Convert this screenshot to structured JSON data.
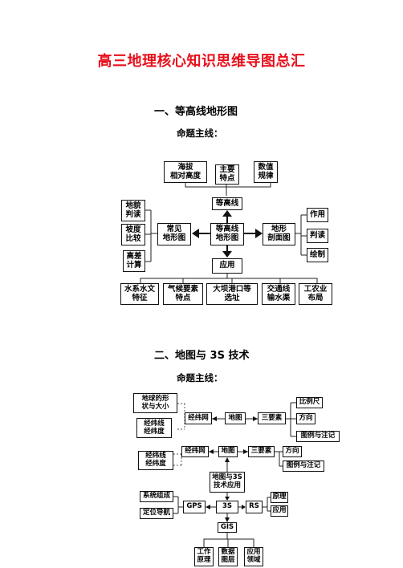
{
  "title": "高三地理核心知识思维导图总汇",
  "section1": {
    "heading": "一、等高线地形图",
    "subtitle": "命题主线：",
    "nodes": {
      "haiba": "海拔\n相对高度",
      "zhuyao": "主要\n特点",
      "shuzhi": "数值\n规律",
      "denggaoxian": "等高线",
      "center": "等高线\n地形图",
      "changjian": "常见\n地形图",
      "dixing_poumian": "地形\n剖面图",
      "yingyong": "应用",
      "dimao": "地貌\n判读",
      "podu": "坡度\n比较",
      "gaocha": "高差\n计算",
      "zuoyong": "作用",
      "pandu": "判读",
      "huizhi": "绘制",
      "shuixi": "水系水文\n特征",
      "qihou": "气候要素\n特点",
      "daba": "大坝港口等\n选址",
      "jiaotong": "交通线\n输水渠",
      "gongnongye": "工农业\n布局"
    }
  },
  "section2": {
    "heading": "二、地图与 3S 技术",
    "subtitle": "命题主线：",
    "nodes": {
      "diqiu_xing": "地球的形\n状与大小",
      "jingweixian1": "经纬线\n经纬度",
      "jingweiwang1": "经纬网",
      "ditu1": "地图",
      "sanyaosu1": "三要素",
      "bilichi": "比例尺",
      "fangxiang1": "方向",
      "tuli1": "图例与注记",
      "jingweixian2": "经纬线\n经纬度",
      "jingweiwang2": "经纬网",
      "ditu2": "地图",
      "sanyaosu2": "三要素",
      "fangxiang2": "方向",
      "tuli2": "图例与注记",
      "ditu_3s": "地图与3S\n技术应用",
      "xitong": "系统组成",
      "dingwei": "定位导航",
      "gps": "GPS",
      "s3": "3S",
      "rs": "RS",
      "yuanli": "原理",
      "yingyong2": "应用",
      "gis": "GIS",
      "gongzuo": "工作\n原理",
      "shuju": "数据\n图层",
      "yingyong_lingyu": "应用\n领域"
    }
  }
}
